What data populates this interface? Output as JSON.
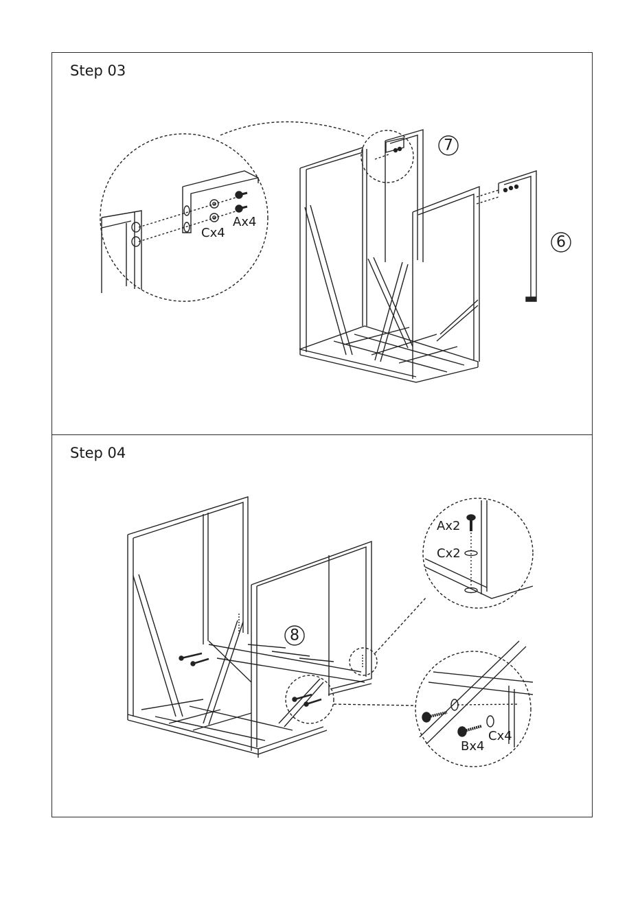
{
  "steps": [
    {
      "title": "Step 03",
      "part_numbers": [
        "7",
        "6"
      ],
      "hardware_labels": [
        "Cx4",
        "Ax4"
      ]
    },
    {
      "title": "Step 04",
      "part_numbers": [
        "8"
      ],
      "hardware_labels": [
        "Ax2",
        "Cx2",
        "Cx4",
        "Bx4"
      ]
    }
  ]
}
